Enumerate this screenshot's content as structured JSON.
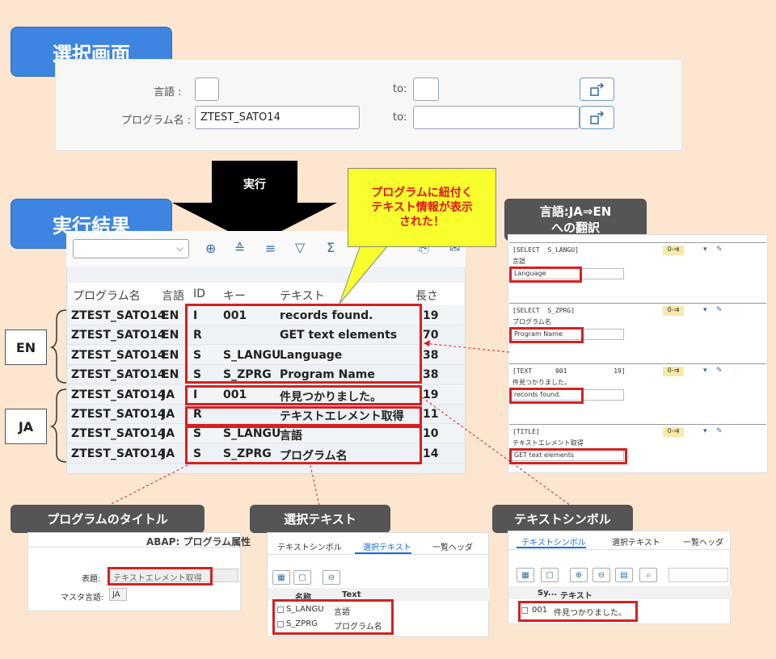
{
  "headings": {
    "selection": "選択画面",
    "result": "実行結果",
    "execute_arrow": "実行"
  },
  "selection_screen": {
    "language_label": "言語 :",
    "language_value": "",
    "program_label": "プログラム名 :",
    "program_value": "ZTEST_SATO14",
    "to_label_1": "to:",
    "to_label_2": "to:"
  },
  "callout": "プログラムに紐付く\nテキスト情報が表示\nされた！",
  "result_table": {
    "headers": [
      "プログラム名",
      "言語",
      "ID",
      "キー",
      "テキスト",
      "長さ"
    ],
    "rows": [
      {
        "program": "ZTEST_SATO14",
        "lang": "EN",
        "id": "I",
        "key": "001",
        "text": "records found.",
        "len": "19"
      },
      {
        "program": "ZTEST_SATO14",
        "lang": "EN",
        "id": "R",
        "key": "",
        "text": "GET text elements",
        "len": "70"
      },
      {
        "program": "ZTEST_SATO14",
        "lang": "EN",
        "id": "S",
        "key": "S_LANGU",
        "text": "Language",
        "len": "38"
      },
      {
        "program": "ZTEST_SATO14",
        "lang": "EN",
        "id": "S",
        "key": "S_ZPRG",
        "text": "Program Name",
        "len": "38"
      },
      {
        "program": "ZTEST_SATO14",
        "lang": "JA",
        "id": "I",
        "key": "001",
        "text": "件見つかりました。",
        "len": "19"
      },
      {
        "program": "ZTEST_SATO14",
        "lang": "JA",
        "id": "R",
        "key": "",
        "text": "テキストエレメント取得",
        "len": "11"
      },
      {
        "program": "ZTEST_SATO14",
        "lang": "JA",
        "id": "S",
        "key": "S_LANGU",
        "text": "言語",
        "len": "10"
      },
      {
        "program": "ZTEST_SATO14",
        "lang": "JA",
        "id": "S",
        "key": "S_ZPRG",
        "text": "プログラム名",
        "len": "14"
      }
    ]
  },
  "brace_labels": {
    "en": "EN",
    "ja": "JA"
  },
  "translation_tag": "言語:JA⇒EN\nへの翻訳",
  "text_pool": {
    "sections": [
      {
        "header": "[SELECT  S_LANGU]",
        "sub": "言語",
        "value": "Language"
      },
      {
        "header": "[SELECT  S_ZPRG]",
        "sub": "プログラム名",
        "value": "Program Name"
      },
      {
        "header": "[TEXT      001            19]",
        "sub": "件見つかりました。",
        "value": "records found."
      },
      {
        "header": "[TITLE]",
        "sub": "テキストエレメント取得",
        "value": "GET text elements"
      }
    ],
    "icon_text": "0-⇉"
  },
  "tags": {
    "program_title": "プログラムのタイトル",
    "selection_text": "選択テキスト",
    "text_symbol": "テキストシンボル"
  },
  "attr_screen": {
    "title": "ABAP: プログラム属性",
    "title_label": "表題:",
    "title_value": "テキストエレメント取得",
    "master_lang_label": "マスタ言語:",
    "master_lang_value": "JA"
  },
  "seltext_screen": {
    "tabs": [
      "テキストシンボル",
      "選択テキスト",
      "一覧ヘッダ"
    ],
    "col_name": "名称",
    "col_text": "Text",
    "rows": [
      {
        "name": "S_LANGU",
        "text": "言語"
      },
      {
        "name": "S_ZPRG",
        "text": "プログラム名"
      }
    ]
  },
  "symbol_screen": {
    "tabs": [
      "テキストシンボル",
      "選択テキスト",
      "一覧ヘッダ"
    ],
    "col_sym": "Sy...",
    "col_text": "テキスト",
    "rows": [
      {
        "sym": "001",
        "text": "件見つかりました。"
      }
    ]
  }
}
